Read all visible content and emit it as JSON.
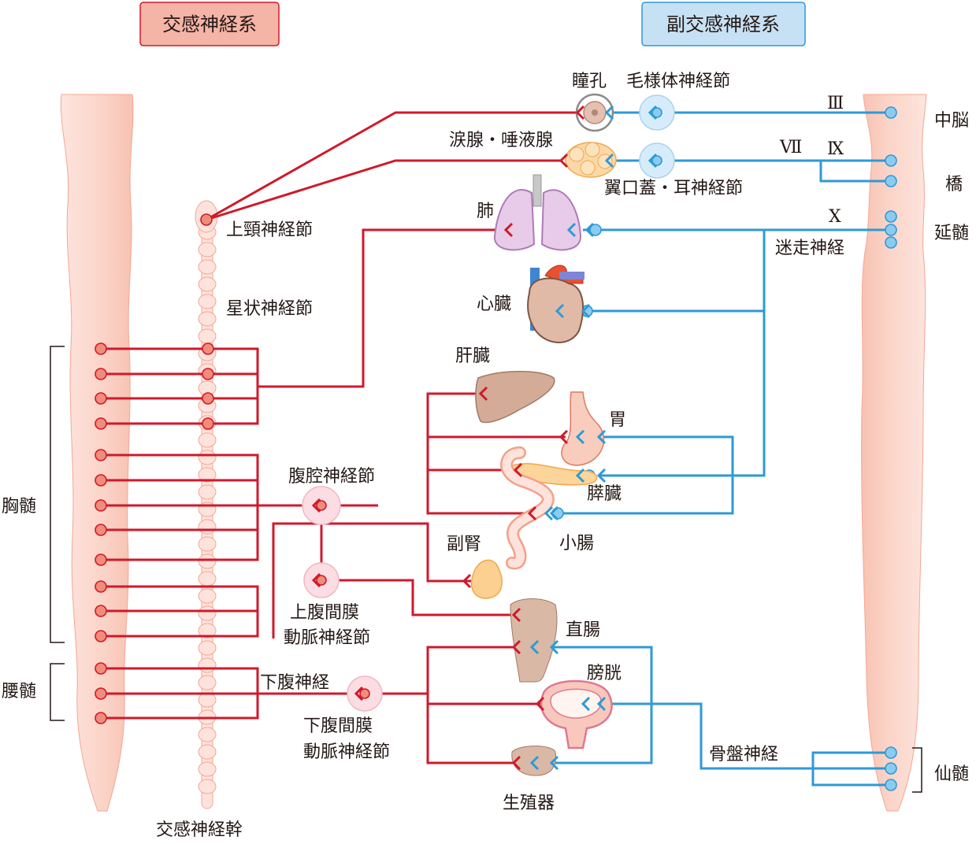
{
  "headers": {
    "sympathetic": "交感神経系",
    "parasympathetic": "副交感神経系"
  },
  "labels": {
    "pupil": "瞳孔",
    "ciliary_ganglion": "毛様体神経節",
    "lacrimal_salivary": "涙腺・唾液腺",
    "pterygo_otic": "翼口蓋・耳神経節",
    "lung": "肺",
    "heart": "心臓",
    "liver": "肝臓",
    "stomach": "胃",
    "pancreas": "膵臓",
    "small_intestine": "小腸",
    "adrenal": "副腎",
    "rectum": "直腸",
    "bladder": "膀胱",
    "genital": "生殖器",
    "superior_cervical": "上頸神経節",
    "stellate": "星状神経節",
    "celiac": "腹腔神経節",
    "sup_mesenteric_1": "上腹間膜",
    "sup_mesenteric_2": "動脈神経節",
    "hypogastric_nerve": "下腹神経",
    "inf_mesenteric_1": "下腹間膜",
    "inf_mesenteric_2": "動脈神経節",
    "sympathetic_trunk": "交感神経幹",
    "thoracic_cord": "胸髄",
    "lumbar_cord": "腰髄",
    "midbrain": "中脳",
    "pons": "橋",
    "medulla": "延髄",
    "sacral_cord": "仙髄",
    "vagus": "迷走神経",
    "pelvic_nerve": "骨盤神経",
    "cn3": "Ⅲ",
    "cn7": "Ⅶ",
    "cn9": "Ⅸ",
    "cn10": "Ⅹ"
  },
  "colors": {
    "sympathetic_line": "#d0192b",
    "parasympathetic_line": "#2e9ad6",
    "sympathetic_box": "#f4b4a6",
    "parasympathetic_box": "#c7e1f4",
    "cord": "#fde3dc"
  }
}
